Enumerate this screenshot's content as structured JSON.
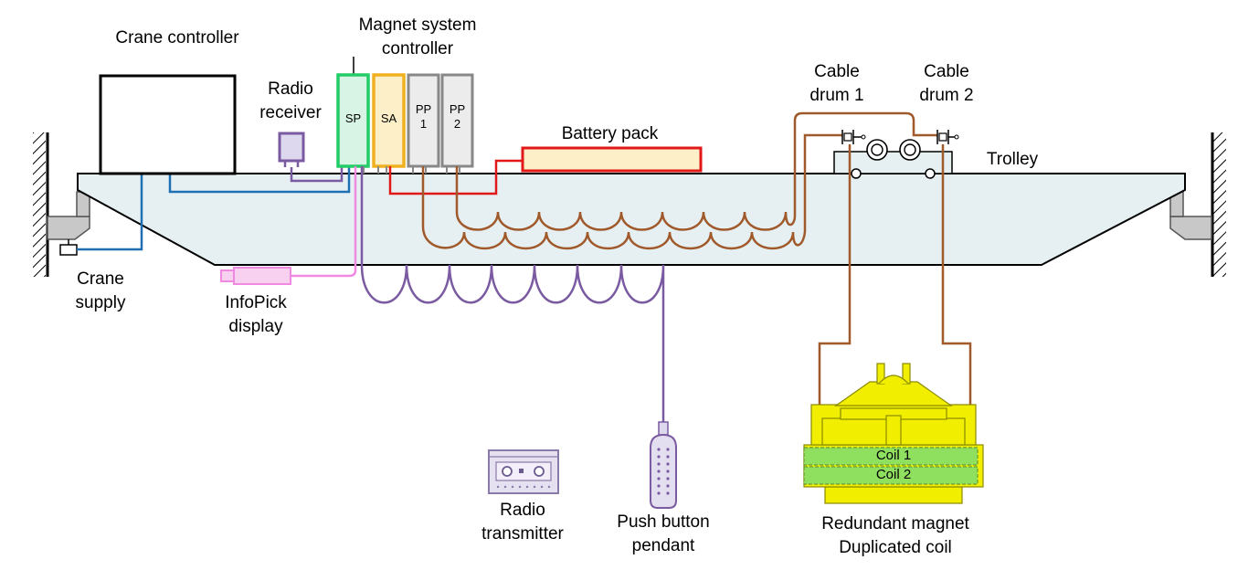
{
  "labels": {
    "crane_controller": "Crane controller",
    "magnet_system_controller_line1": "Magnet system",
    "magnet_system_controller_line2": "controller",
    "radio_receiver_line1": "Radio",
    "radio_receiver_line2": "receiver",
    "battery_pack": "Battery pack",
    "cable_drum_1_line1": "Cable",
    "cable_drum_1_line2": "drum 1",
    "cable_drum_2_line1": "Cable",
    "cable_drum_2_line2": "drum 2",
    "trolley": "Trolley",
    "crane_supply_line1": "Crane",
    "crane_supply_line2": "supply",
    "infopick_line1": "InfoPick",
    "infopick_line2": "display",
    "radio_transmitter_line1": "Radio",
    "radio_transmitter_line2": "transmitter",
    "push_button_line1": "Push button",
    "push_button_line2": "pendant",
    "magnet_line1": "Redundant magnet",
    "magnet_line2": "Duplicated coil"
  },
  "modules": {
    "sp": "SP",
    "sa": "SA",
    "pp1_line1": "PP",
    "pp1_line2": "1",
    "pp2_line1": "PP",
    "pp2_line2": "2"
  },
  "coils": {
    "coil1": "Coil 1",
    "coil2": "Coil 2"
  },
  "colors": {
    "blue_cable": "#1f6fb2",
    "purple_cable": "#7a5aa0",
    "pink_cable": "#f08ae0",
    "red_cable": "#e01818",
    "brown_cable": "#a0592a",
    "sp_border": "#22cc66",
    "sa_border": "#f0b020",
    "magnet_yellow": "#f2ee00",
    "coil_green": "#90e060"
  }
}
